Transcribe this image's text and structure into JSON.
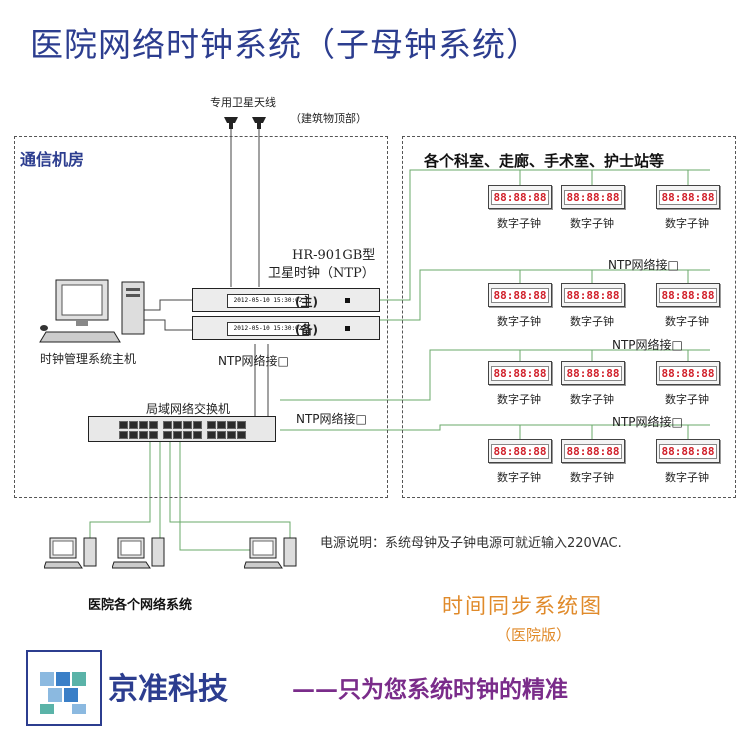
{
  "title": "医院网络时钟系统（子母钟系统）",
  "antenna_label": "专用卫星天线",
  "building_label": "（建筑物顶部）",
  "comm_room_label": "通信机房",
  "wards_label": "各个科室、走廊、手术室、护士站等",
  "device_model": "HR-901GB型",
  "device_name": "卫星时钟（NTP）",
  "rack_display": "2012-05-10   15:30:02",
  "rack_main": "(主)",
  "rack_backup": "(备)",
  "ntp_label": "NTP网络接□",
  "pc_host_label": "时钟管理系统主机",
  "switch_label": "局域网络交换机",
  "clock_digits": "88:88:88",
  "clock_label": "数字子钟",
  "power_note": "电源说明：系统母钟及子钟电源可就近输入220VAC.",
  "network_label": "医院各个网络系统",
  "sync_title": "时间同步系统图",
  "sync_subtitle": "（医院版）",
  "brand": "京准科技",
  "slogan": "——只为您系统时钟的精准",
  "colors": {
    "title": "#2c3d8f",
    "accent": "#e08a2a",
    "slogan": "#7a2c8a",
    "line": "#6aa86a",
    "clock_digit": "#d1202a"
  }
}
